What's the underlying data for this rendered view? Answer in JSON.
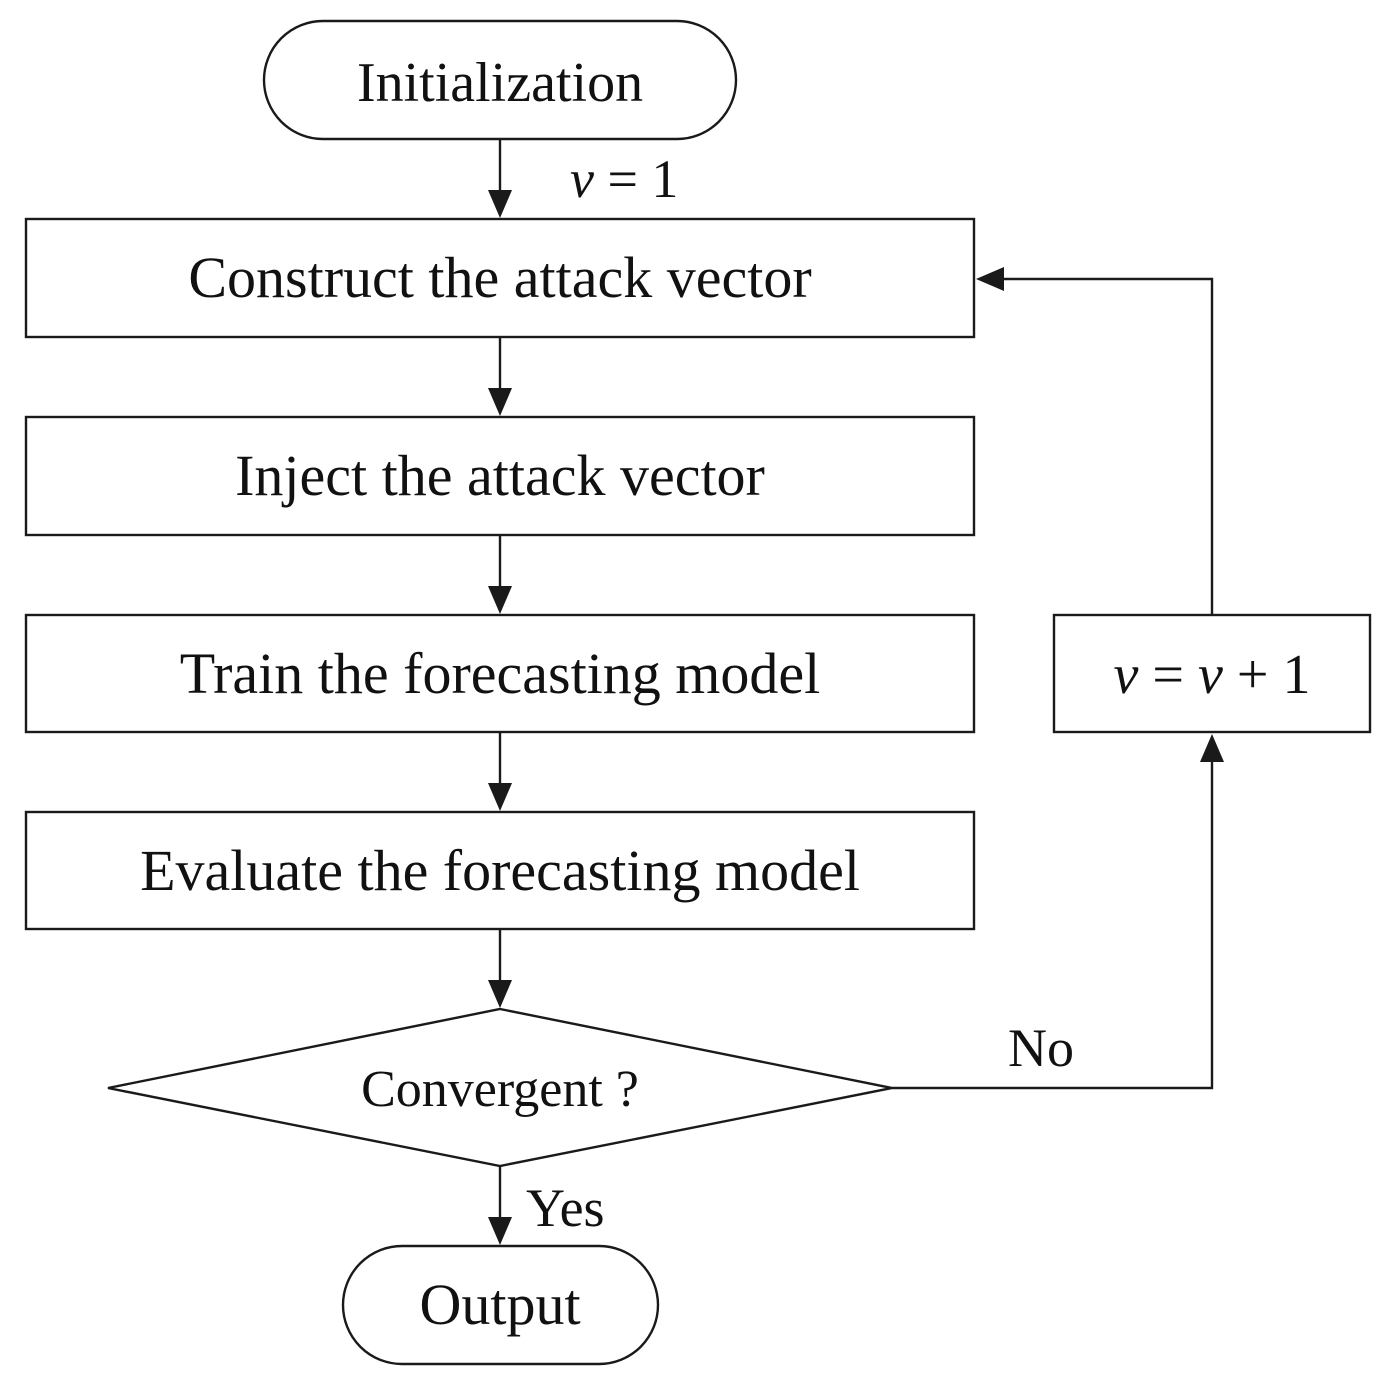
{
  "nodes": {
    "init": "Initialization",
    "construct": "Construct the attack vector",
    "inject": "Inject the attack vector",
    "train": "Train the forecasting model",
    "evaluate": "Evaluate the forecasting model",
    "decision": "Convergent ?",
    "output": "Output"
  },
  "counter_init": {
    "var": "v",
    "rest": " = 1"
  },
  "counter_step": {
    "var1": "v",
    "eq": " = ",
    "var2": "v",
    "rest": " + 1"
  },
  "edges": {
    "no": "No",
    "yes": "Yes"
  }
}
